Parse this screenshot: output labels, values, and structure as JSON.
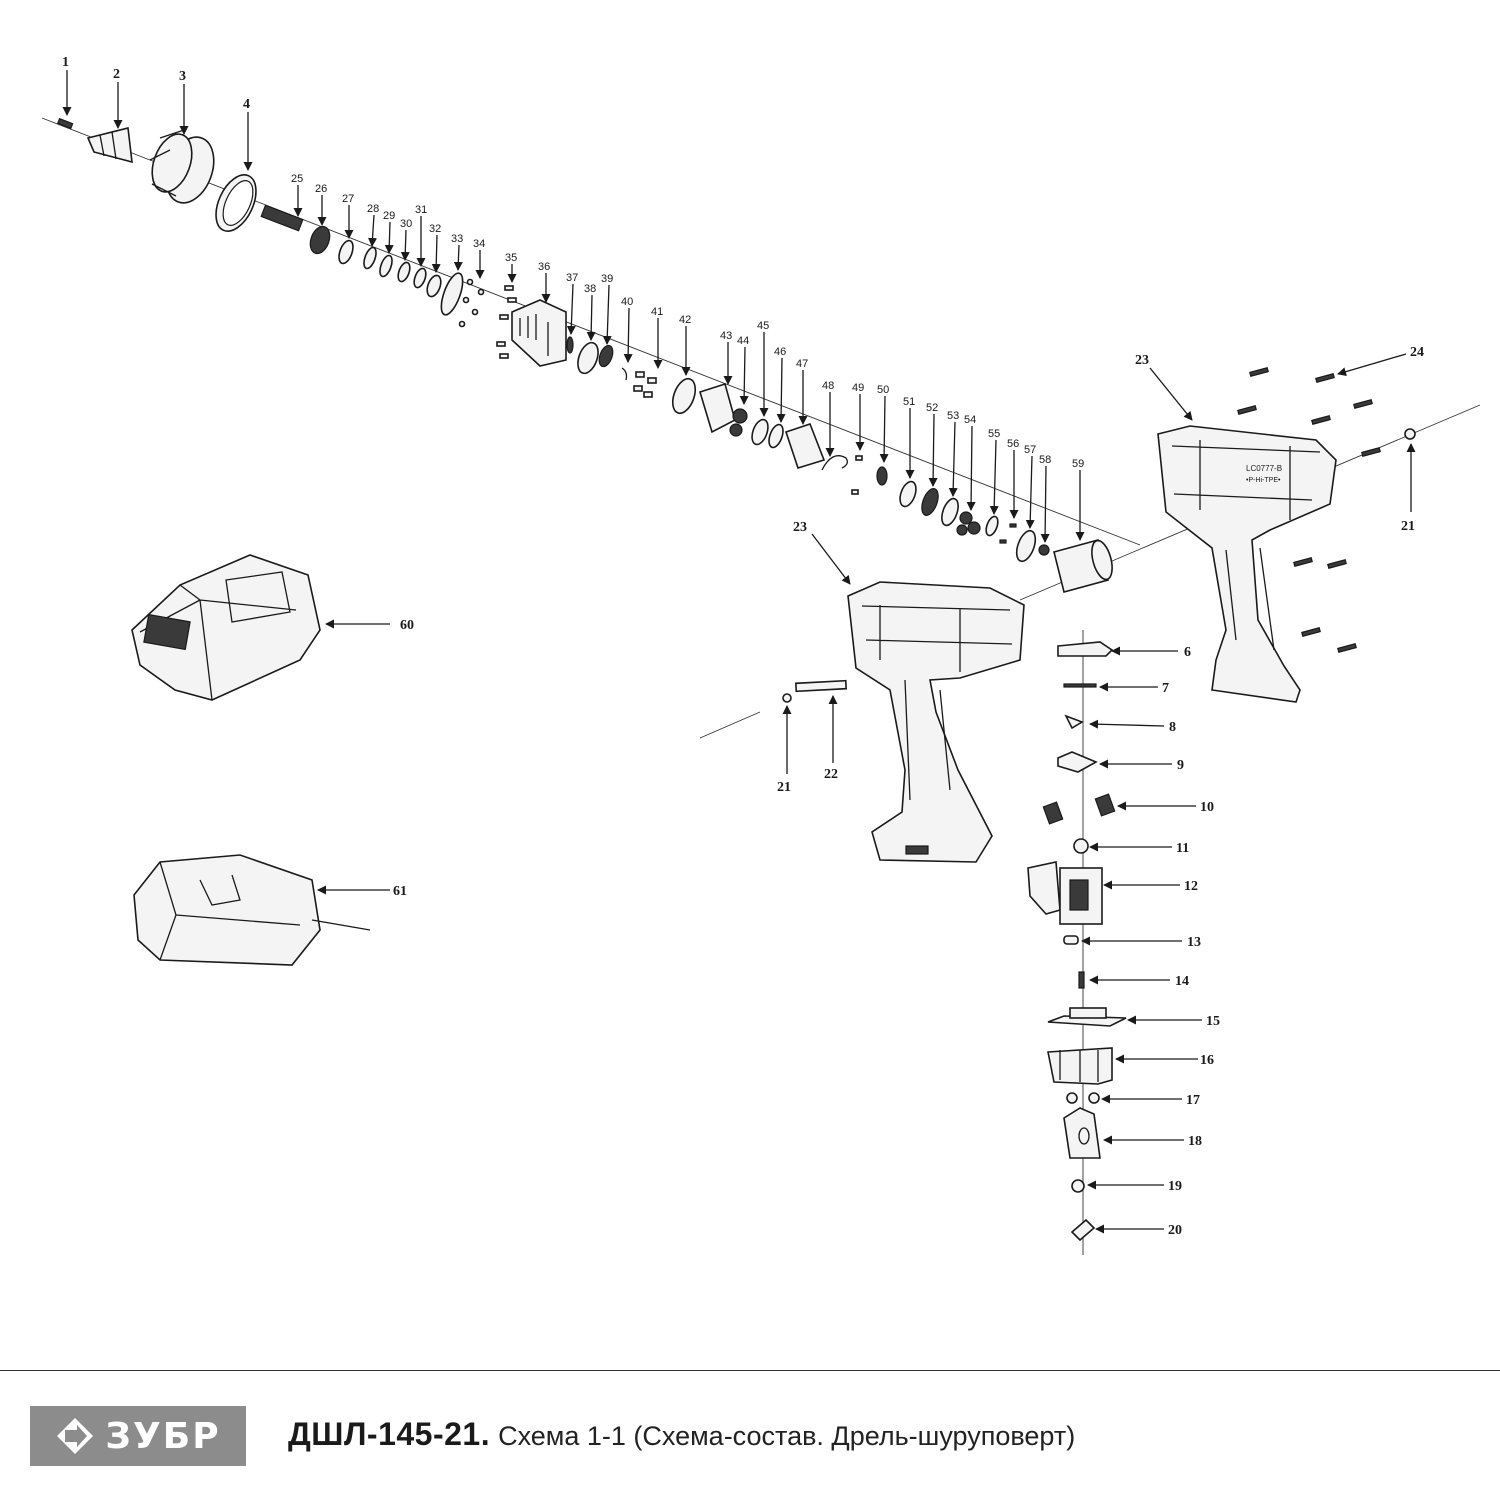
{
  "brand": {
    "logo_text": "ЗУБР"
  },
  "title": {
    "model": "ДШЛ-145-21.",
    "description": "Схема 1-1 (Схема-состав. Дрель-шуруповерт)"
  },
  "callouts": {
    "c1": "1",
    "c2": "2",
    "c3": "3",
    "c4": "4",
    "c6": "6",
    "c7": "7",
    "c8": "8",
    "c9": "9",
    "c10": "10",
    "c11": "11",
    "c12": "12",
    "c13": "13",
    "c14": "14",
    "c15": "15",
    "c16": "16",
    "c17": "17",
    "c18": "18",
    "c19": "19",
    "c20": "20",
    "c21a": "21",
    "c21b": "21",
    "c22": "22",
    "c23a": "23",
    "c23b": "23",
    "c24": "24",
    "c25": "25",
    "c26": "26",
    "c27": "27",
    "c28": "28",
    "c29": "29",
    "c30": "30",
    "c31": "31",
    "c32": "32",
    "c33": "33",
    "c34": "34",
    "c35": "35",
    "c36": "36",
    "c37": "37",
    "c38": "38",
    "c39": "39",
    "c40": "40",
    "c41": "41",
    "c42": "42",
    "c43": "43",
    "c44": "44",
    "c45": "45",
    "c46": "46",
    "c47": "47",
    "c48": "48",
    "c49": "49",
    "c50": "50",
    "c51": "51",
    "c52": "52",
    "c53": "53",
    "c54": "54",
    "c55": "55",
    "c56": "56",
    "c57": "57",
    "c58": "58",
    "c59": "59",
    "c60": "60",
    "c61": "61"
  },
  "housing_marking": {
    "line1": "LC0777-B",
    "line2": "•P-Hi-TPE•"
  },
  "colors": {
    "footer_logo_bg": "#8c8c8c",
    "line": "#1a1a1a"
  }
}
